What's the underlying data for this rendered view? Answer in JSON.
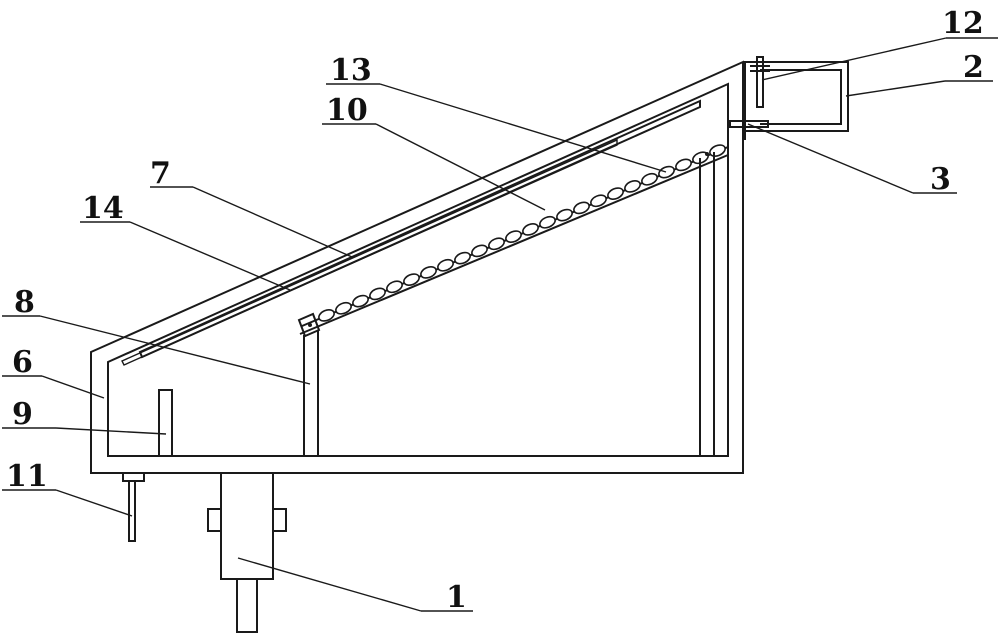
{
  "figure": {
    "line_color": "#1a1a1a",
    "background": "#ffffff"
  },
  "labels": {
    "l1": "1",
    "l2": "2",
    "l3": "3",
    "l6": "6",
    "l7": "7",
    "l8": "8",
    "l9": "9",
    "l10": "10",
    "l11": "11",
    "l12": "12",
    "l13": "13",
    "l14": "14"
  }
}
